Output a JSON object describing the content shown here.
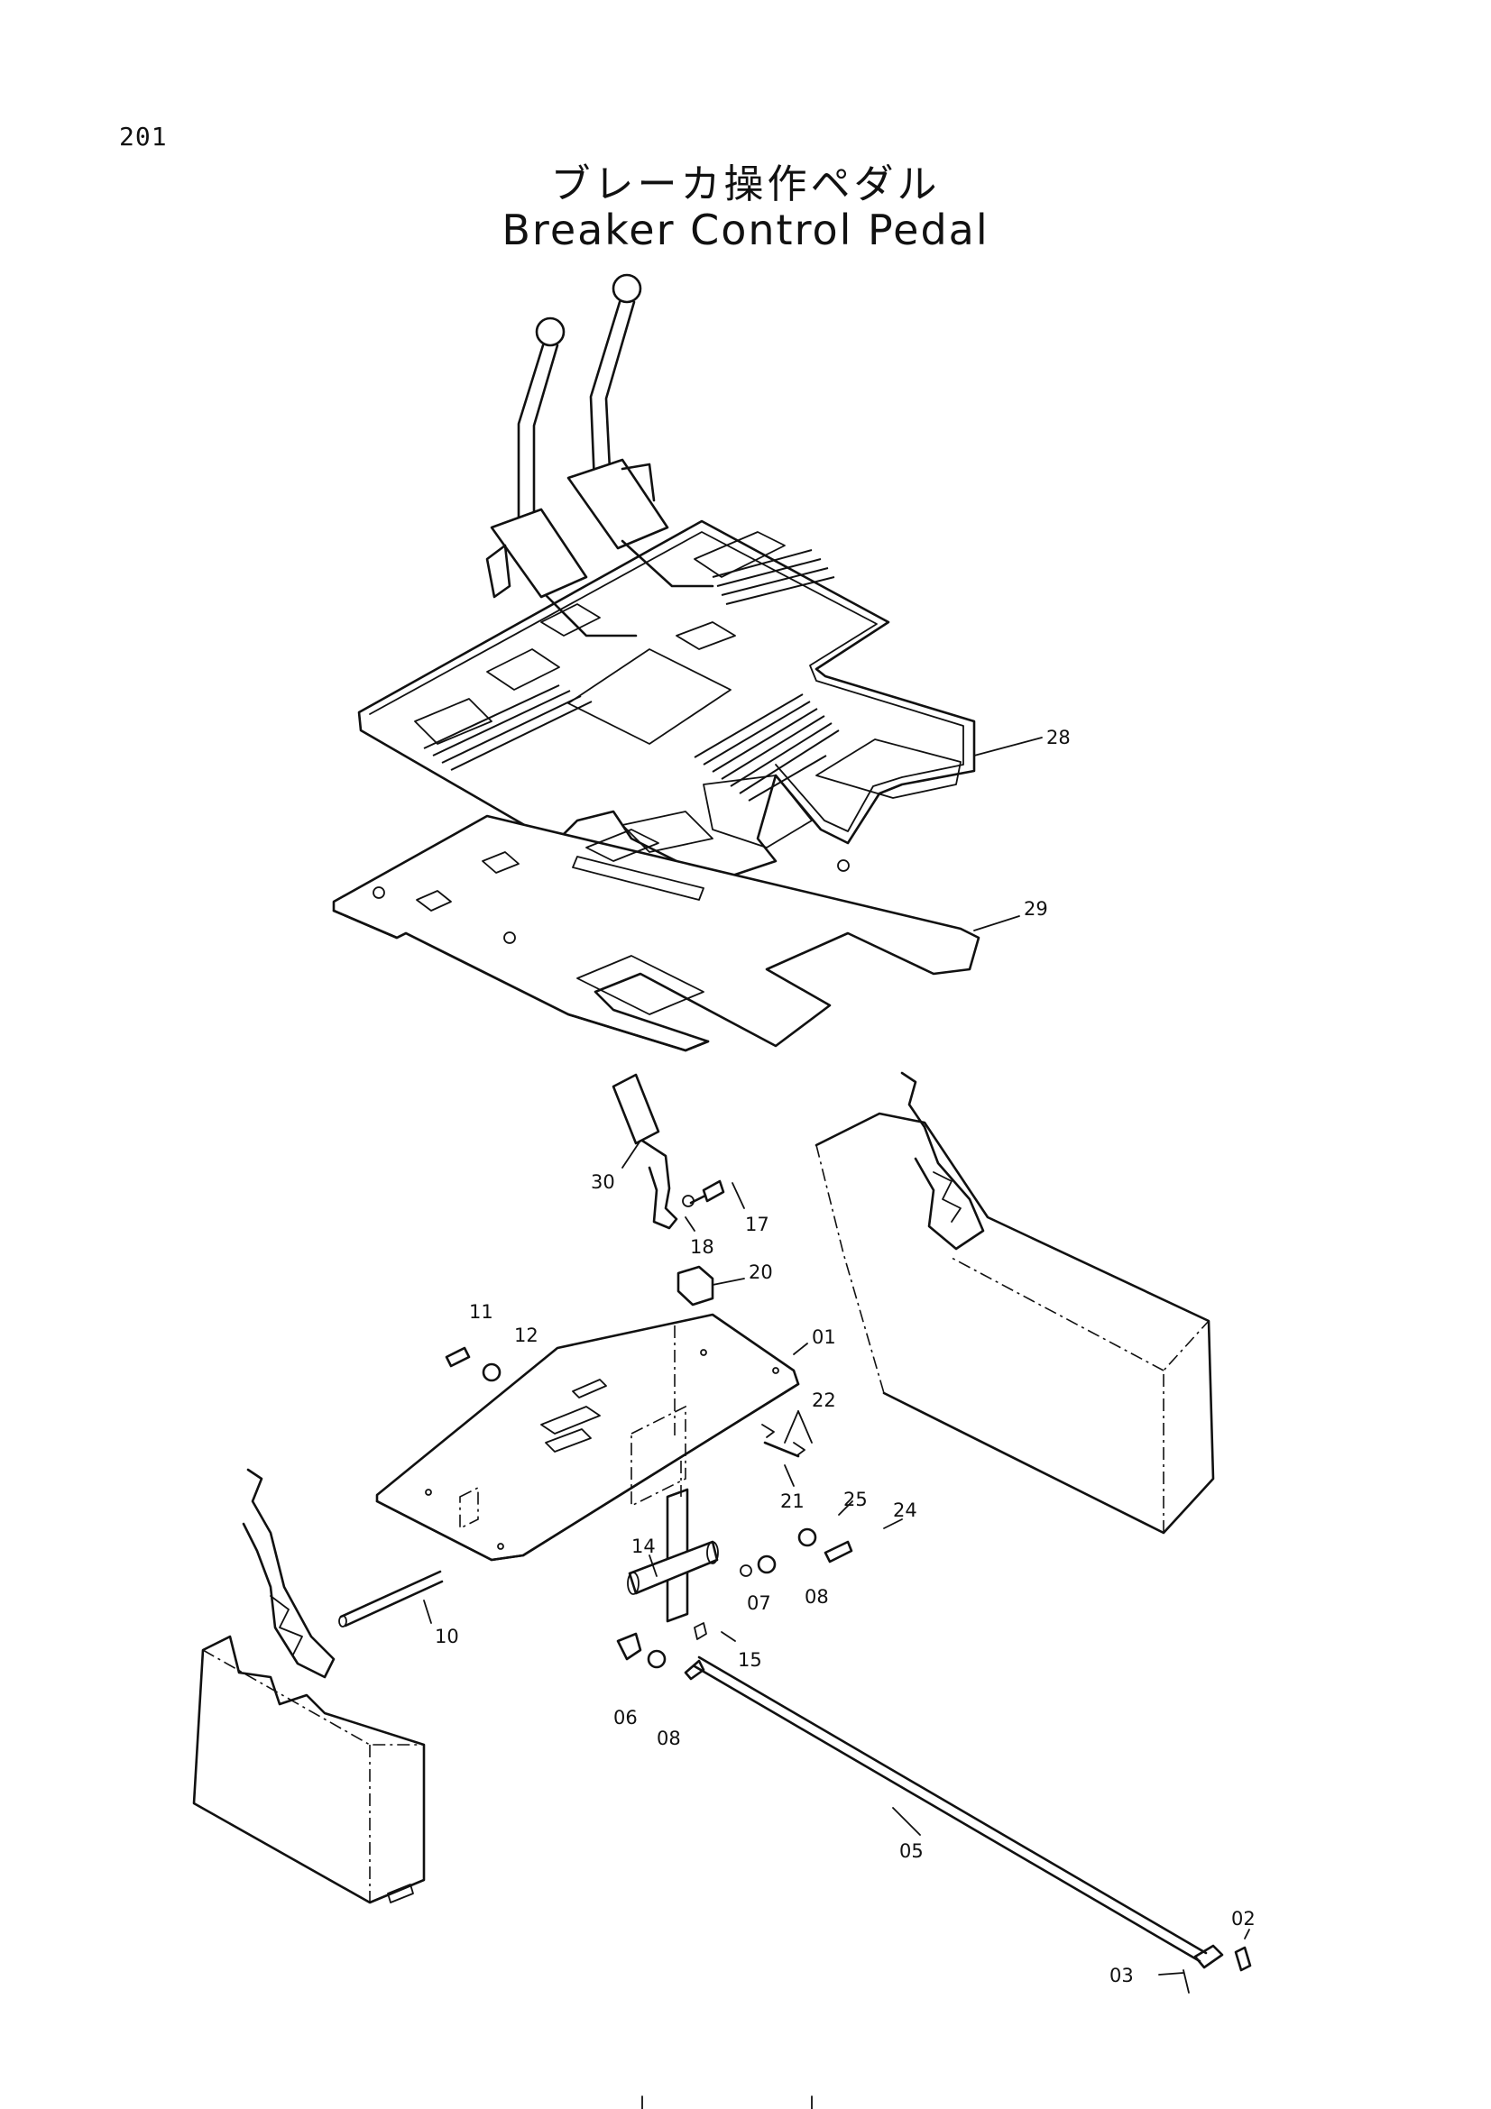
{
  "page_number": "201",
  "title_jp": "ブレーカ操作ペダル",
  "title_en": "Breaker Control Pedal",
  "callouts": [
    {
      "id": "28",
      "label": "28"
    },
    {
      "id": "29",
      "label": "29"
    },
    {
      "id": "30",
      "label": "30"
    },
    {
      "id": "18",
      "label": "18"
    },
    {
      "id": "17",
      "label": "17"
    },
    {
      "id": "20",
      "label": "20"
    },
    {
      "id": "11",
      "label": "11"
    },
    {
      "id": "12",
      "label": "12"
    },
    {
      "id": "01",
      "label": "01"
    },
    {
      "id": "22",
      "label": "22"
    },
    {
      "id": "21",
      "label": "21"
    },
    {
      "id": "25",
      "label": "25"
    },
    {
      "id": "24",
      "label": "24"
    },
    {
      "id": "14",
      "label": "14"
    },
    {
      "id": "07",
      "label": "07"
    },
    {
      "id": "08a",
      "label": "08"
    },
    {
      "id": "15",
      "label": "15"
    },
    {
      "id": "10",
      "label": "10"
    },
    {
      "id": "06",
      "label": "06"
    },
    {
      "id": "08b",
      "label": "08"
    },
    {
      "id": "05",
      "label": "05"
    },
    {
      "id": "02",
      "label": "02"
    },
    {
      "id": "03",
      "label": "03"
    }
  ]
}
